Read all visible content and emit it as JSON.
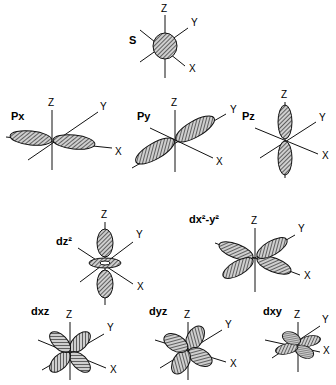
{
  "diagram": {
    "labels": [
      "Z",
      "Y",
      "S",
      "X",
      "Px",
      "Z",
      "Y",
      "X",
      "Z",
      "Py",
      "Y",
      "X",
      "Z",
      "Pz",
      "Y",
      "X",
      "Z",
      "Y",
      "dz²",
      "X",
      "dx²-y²",
      "Z",
      "Y",
      "X",
      "dxz",
      "Z",
      "Y",
      "X",
      "dyz",
      "Z",
      "Y",
      "X",
      "dxy",
      "Z",
      "Y",
      "X"
    ]
  }
}
